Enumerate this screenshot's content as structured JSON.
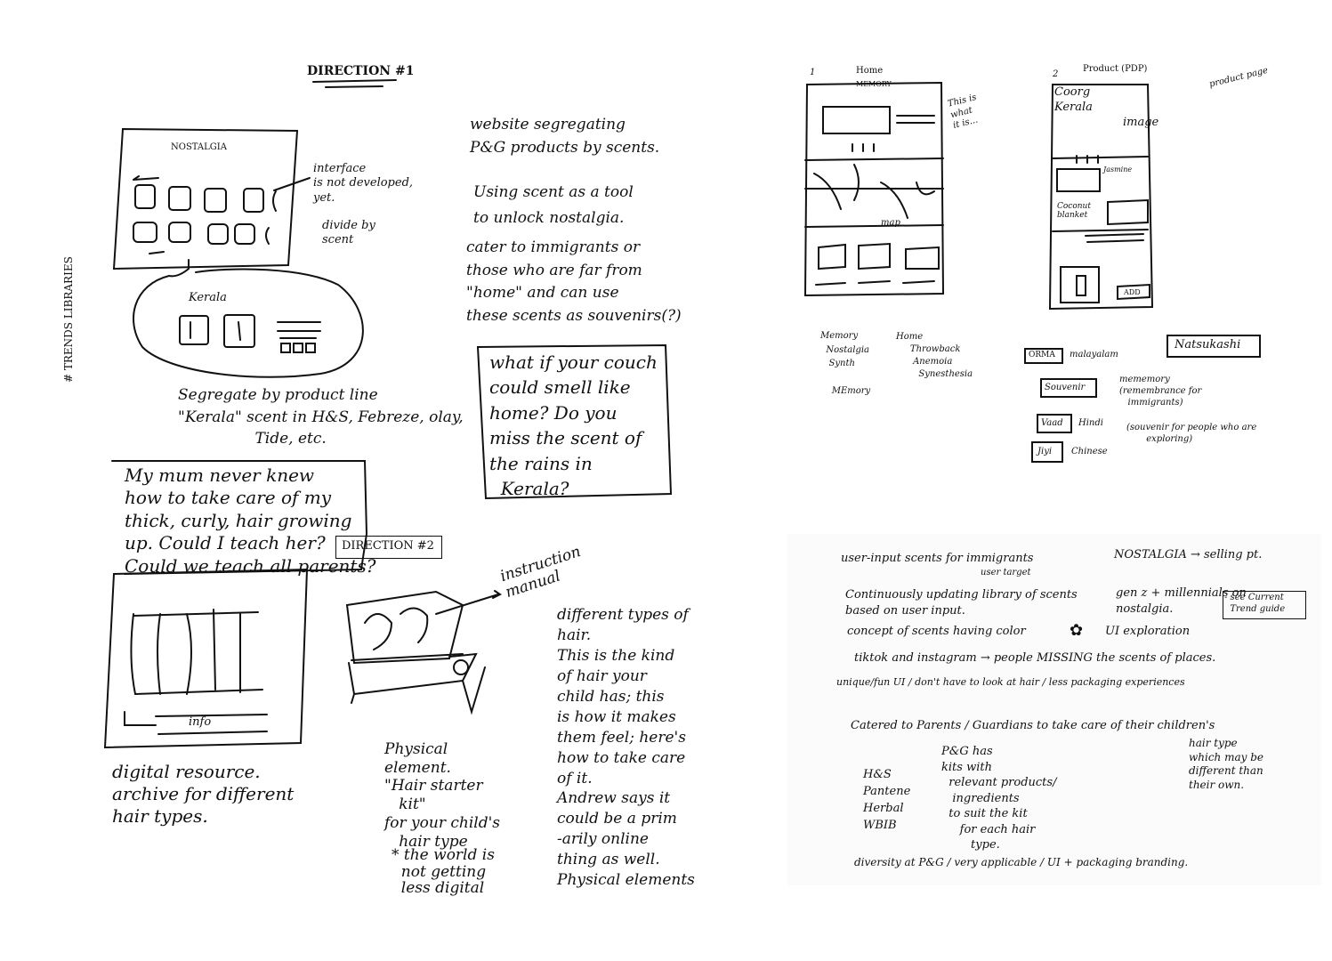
{
  "direction1": {
    "heading": "DIRECTION #1",
    "sketch_title": "NOSTALGIA",
    "interface_note": "interface\nis not developed,\nyet.",
    "divide_note": "divide by\nscent",
    "kerala_label": "Kerala",
    "segregate_note": "Segregate by product line\n\"Kerala\" scent in H&S, Febreze, olay,\n                Tide, etc.",
    "side_label": "# TRENDS LIBRARIES",
    "website_note": "website segregating\nP&G products by scents.",
    "scent_tool_note": "Using scent as a tool\nto unlock nostalgia.",
    "cater_note": "cater to immigrants or\nthose who are far from\n\"home\" and can use\nthese scents as souvenirs(?)",
    "couch_quote": "what if your couch\ncould smell like\nhome? Do you\nmiss the scent of\nthe rains in\n  Kerala?"
  },
  "direction2": {
    "quote": "My mum never knew\nhow to take care of my\nthick, curly, hair growing\nup. Could I teach her?\nCould we teach all parents?",
    "heading": "DIRECTION #2",
    "info_label": "info",
    "digital_note": "digital resource.\narchive for different\nhair types.",
    "manual_note": "instruction\nmanual",
    "physical_note": "Physical\nelement.\n\"Hair starter\n   kit\"\nfor your child's\n   hair type",
    "world_note": "* the world is\n  not getting\n  less digital",
    "hair_types_note": "different types of\nhair.\nThis is the kind\nof hair your\nchild has; this\nis how it makes\nthem feel; here's\nhow to take care\nof it.\nAndrew says it\ncould be a prim\n-arily online\nthing as well.\nPhysical elements"
  },
  "wireframes": {
    "home_num": "1",
    "home_title": "Home",
    "memory_label": "MEMORY",
    "this_is_note": "This is\nwhat\nit is...",
    "map_label": "map",
    "product_num": "2",
    "product_title": "Product (PDP)",
    "product_page_note": "product page",
    "coorg_label": "Coorg\nKerala",
    "image_label": "image",
    "jasmine_label": "Jasmine",
    "coconut_label": "Coconut\nblanket",
    "add_label": "ADD"
  },
  "naming": {
    "col1": "Memory\n  Nostalgia\n   Synth\n\n    MEmory",
    "col2": "Home\n     Throwback\n      Anemoia\n        Synesthesia",
    "orma": "ORMA",
    "malayalam": "malayalam",
    "souvenir": "Souvenir",
    "vaad": "Vaad",
    "hindi": "Hindi",
    "jiyi": "Jiyi",
    "chinese": "Chinese",
    "natsukashi": "Natsukashi",
    "mememory": "mememory\n(remembrance for\n   immigrants)",
    "souvenir_note": "(souvenir for people who are\n       exploring)"
  },
  "notes": {
    "user_input": "user-input scents for immigrants",
    "user_target": "user target",
    "nostalgia_sell": "NOSTALGIA → selling pt.",
    "library": "Continuously updating library of scents\nbased on user input.",
    "genz": "gen z + millennials on\nnostalgia.",
    "trend_guide": "- see Current\n  Trend guide",
    "concept_color": "concept of scents having color",
    "ui_exploration": "UI exploration",
    "tiktok": "tiktok and instagram  →  people MISSING the scents of places.",
    "unique": "unique/fun UI / don't have to look at hair / less packaging experiences",
    "catered": "Catered to Parents / Guardians  to take care of their children's",
    "hair_type_diff": "hair type\nwhich may be\ndifferent than\ntheir own.",
    "pg_has": "P&G has\nkits with\n  relevant products/\n   ingredients\n  to suit the kit\n     for each hair\n        type.",
    "brands": "H&S\nPantene\nHerbal\nWBIB",
    "diversity": "diversity at P&G / very applicable / UI + packaging branding."
  }
}
